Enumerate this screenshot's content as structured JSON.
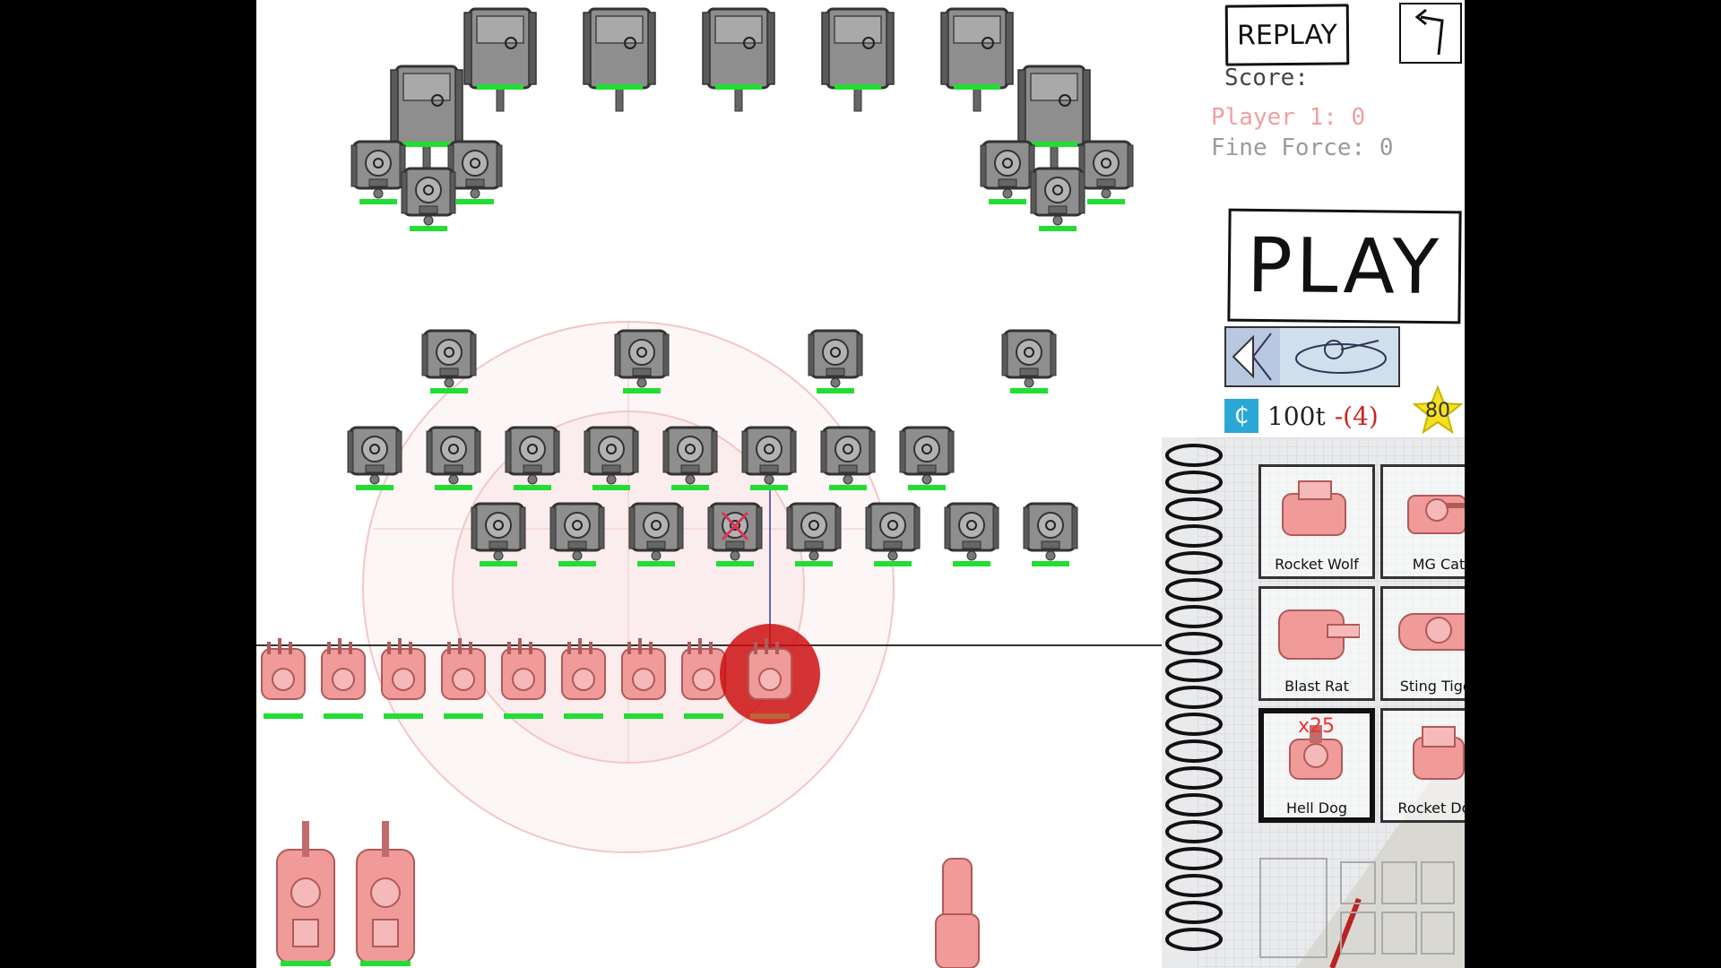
{
  "hud": {
    "replay_label": "REPLAY",
    "score_label": "Score:",
    "player1_score": "Player 1: 0",
    "player2_score": "Fine Force: 0",
    "play_label": "PLAY",
    "credit_symbol": "₵",
    "credits": "100t",
    "credit_cost": "-(4)",
    "stars": "80"
  },
  "unit_cards": [
    {
      "name": "Rocket Wolf",
      "selected": false
    },
    {
      "name": "MG Cat",
      "selected": false
    },
    {
      "name": "Blast Rat",
      "selected": false
    },
    {
      "name": "Sting Tiger",
      "selected": false
    },
    {
      "name": "Hell Dog",
      "selected": true,
      "count": "x25"
    },
    {
      "name": "Rocket Dog",
      "selected": false
    }
  ],
  "colors": {
    "enemy_body": "#8e8e8e",
    "enemy_dark": "#5a5a5a",
    "player_body": "#f09a9a",
    "player_dark": "#b05a5a",
    "health_bar": "#22dd33",
    "range_circle": "#f0b4b4",
    "selection_glow": "#cc1111",
    "credit_icon": "#2aa7d4",
    "star": "#f5e020"
  },
  "icons": [
    "undo-arrow-icon",
    "credit-icon",
    "star-icon",
    "spiral-binding-icon",
    "target-cross-icon"
  ]
}
